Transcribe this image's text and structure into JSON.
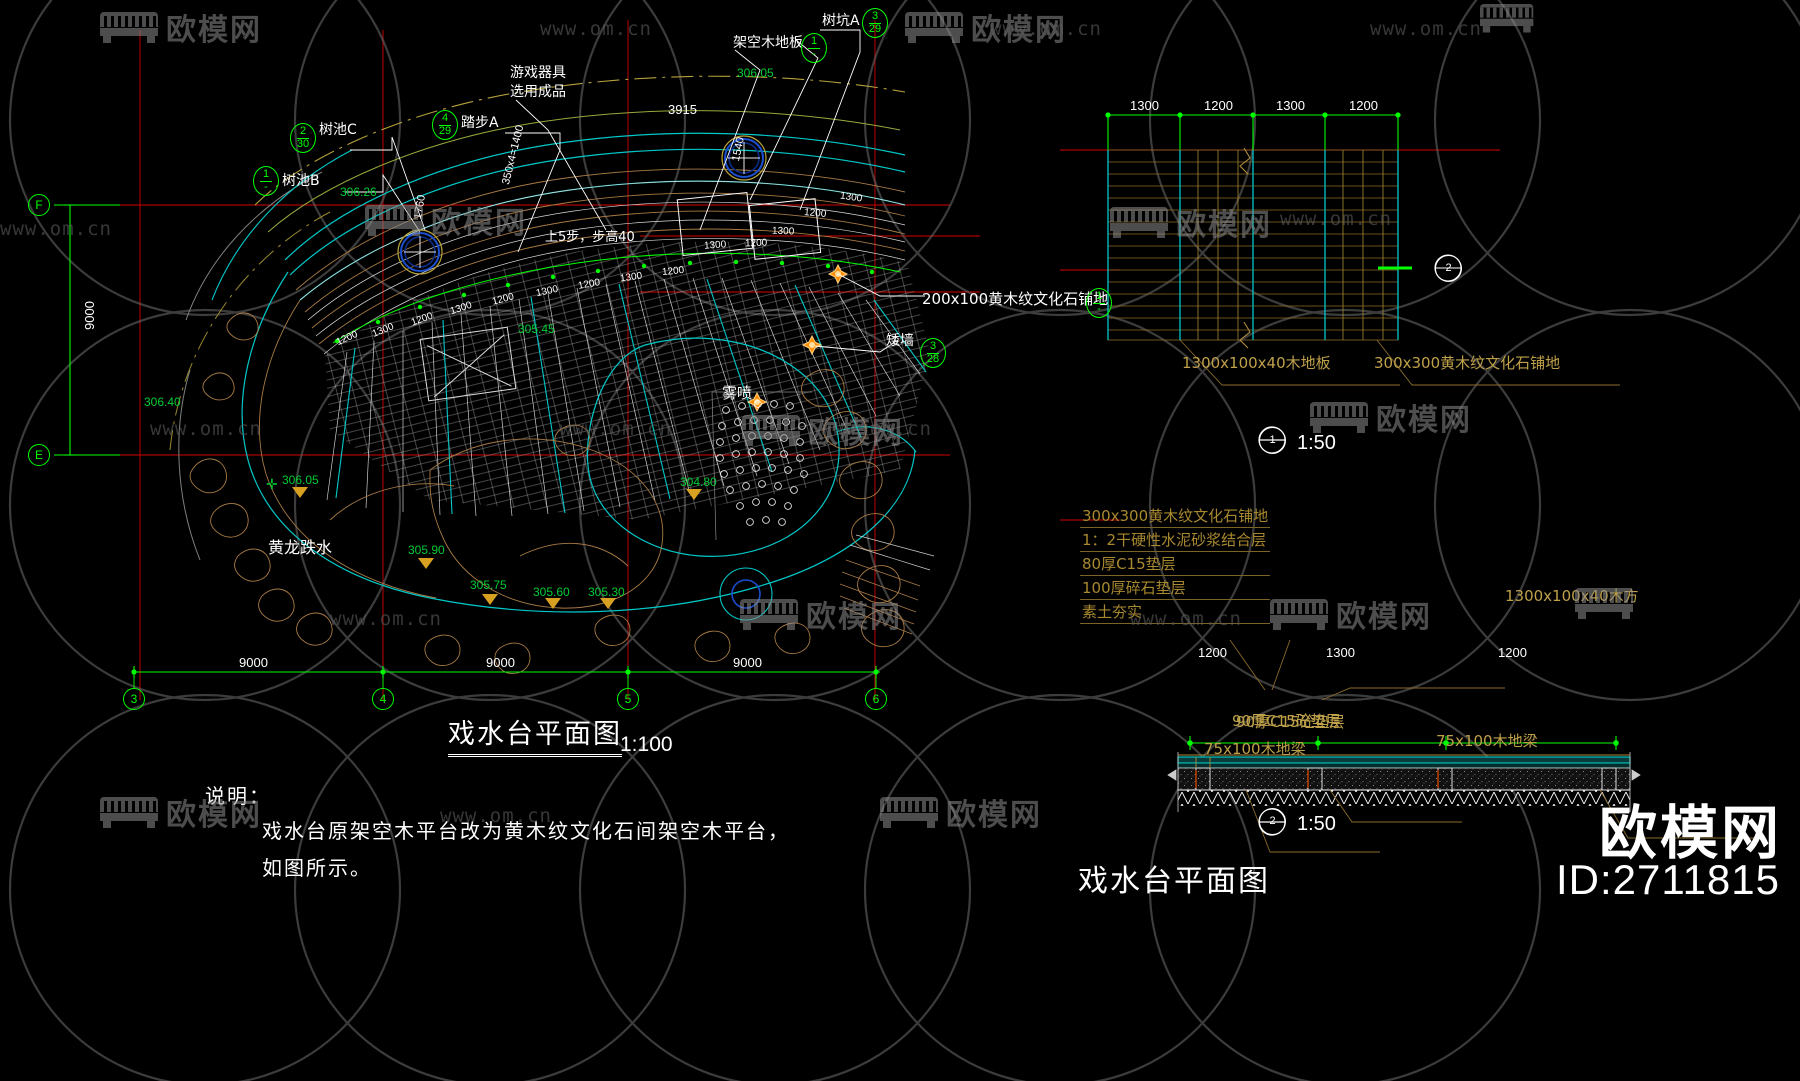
{
  "document": {
    "title": "戏水台平面图",
    "scale": "1:100",
    "watermark_text": "www.om.cn",
    "brand_name": "欧模网",
    "brand_id": "ID:2711815",
    "footer_title": "戏水台平面图"
  },
  "note": {
    "heading": "说明：",
    "line1": "戏水台原架空木平台改为黄木纹文化石间架空木平台，",
    "line2": "如图所示。"
  },
  "plan": {
    "grid_labels_bottom": [
      "3",
      "4",
      "5",
      "6"
    ],
    "grid_labels_left": [
      "F",
      "E"
    ],
    "bottom_dims": [
      "9000",
      "9000",
      "9000"
    ],
    "left_dim": "9000",
    "callouts": [
      {
        "label": "树池B",
        "bubble_num": "1",
        "bubble_den": "-"
      },
      {
        "label": "树池C",
        "bubble_num": "2",
        "bubble_den": "30"
      },
      {
        "label": "踏步A",
        "bubble_num": "4",
        "bubble_den": "29"
      },
      {
        "label": "游戏器具",
        "label2": "选用成品"
      },
      {
        "label": "架空木地板",
        "bubble_num": "1",
        "bubble_den": "-"
      },
      {
        "label": "树坑A",
        "bubble_num": "3",
        "bubble_den": "29"
      },
      {
        "label": "200x100黄木纹文化石铺地",
        "bubble_num": "1",
        "bubble_den": "-"
      },
      {
        "label": "矮墙",
        "bubble_num": "3",
        "bubble_den": "28"
      }
    ],
    "text_labels": [
      "黄龙跌水",
      "雾喷",
      "上5步，步高40"
    ],
    "dim_3915": "3915",
    "dim_1540": "1540",
    "dim_1760": "1760",
    "dim_350x4": "350x4=1400",
    "elevations": [
      "306.26",
      "306.05",
      "306.05",
      "306.40",
      "305.45",
      "304.80",
      "305.90",
      "305.75",
      "305.60",
      "305.30"
    ],
    "paving_dims": [
      "1200",
      "1300",
      "1200",
      "1300",
      "1200",
      "1300",
      "1200",
      "1300",
      "1200",
      "1300",
      "1200",
      "1300",
      "1200",
      "1300"
    ]
  },
  "detail1": {
    "bubble_num": "1",
    "scale": "1:50",
    "top_dims": [
      "1300",
      "1200",
      "1300",
      "1200"
    ],
    "label_left": "1300x100x40木地板",
    "label_right": "300x300黄木纹文化石铺地"
  },
  "detail2": {
    "bubble_num": "2",
    "scale": "1:50",
    "spec_stack": [
      "300x300黄木纹文化石铺地",
      "1：2干硬性水泥砂浆结合层",
      "80厚C15垫层",
      "100厚碎石垫层",
      "素土夯实"
    ],
    "label_wood": "1300x100x40木方",
    "label_concrete": "90厚C15砼垫层",
    "label_beam_left": "75x100木地梁",
    "label_beam_right": "75x100木地梁",
    "bottom_dims": [
      "1200",
      "1300",
      "1200"
    ]
  },
  "colors": {
    "background": "#000000",
    "green": "#00ff00",
    "cyan": "#00d2d2",
    "white": "#ffffff",
    "yellow": "#bfa14a",
    "red": "#ff0000",
    "brown": "#8a5a2b"
  }
}
